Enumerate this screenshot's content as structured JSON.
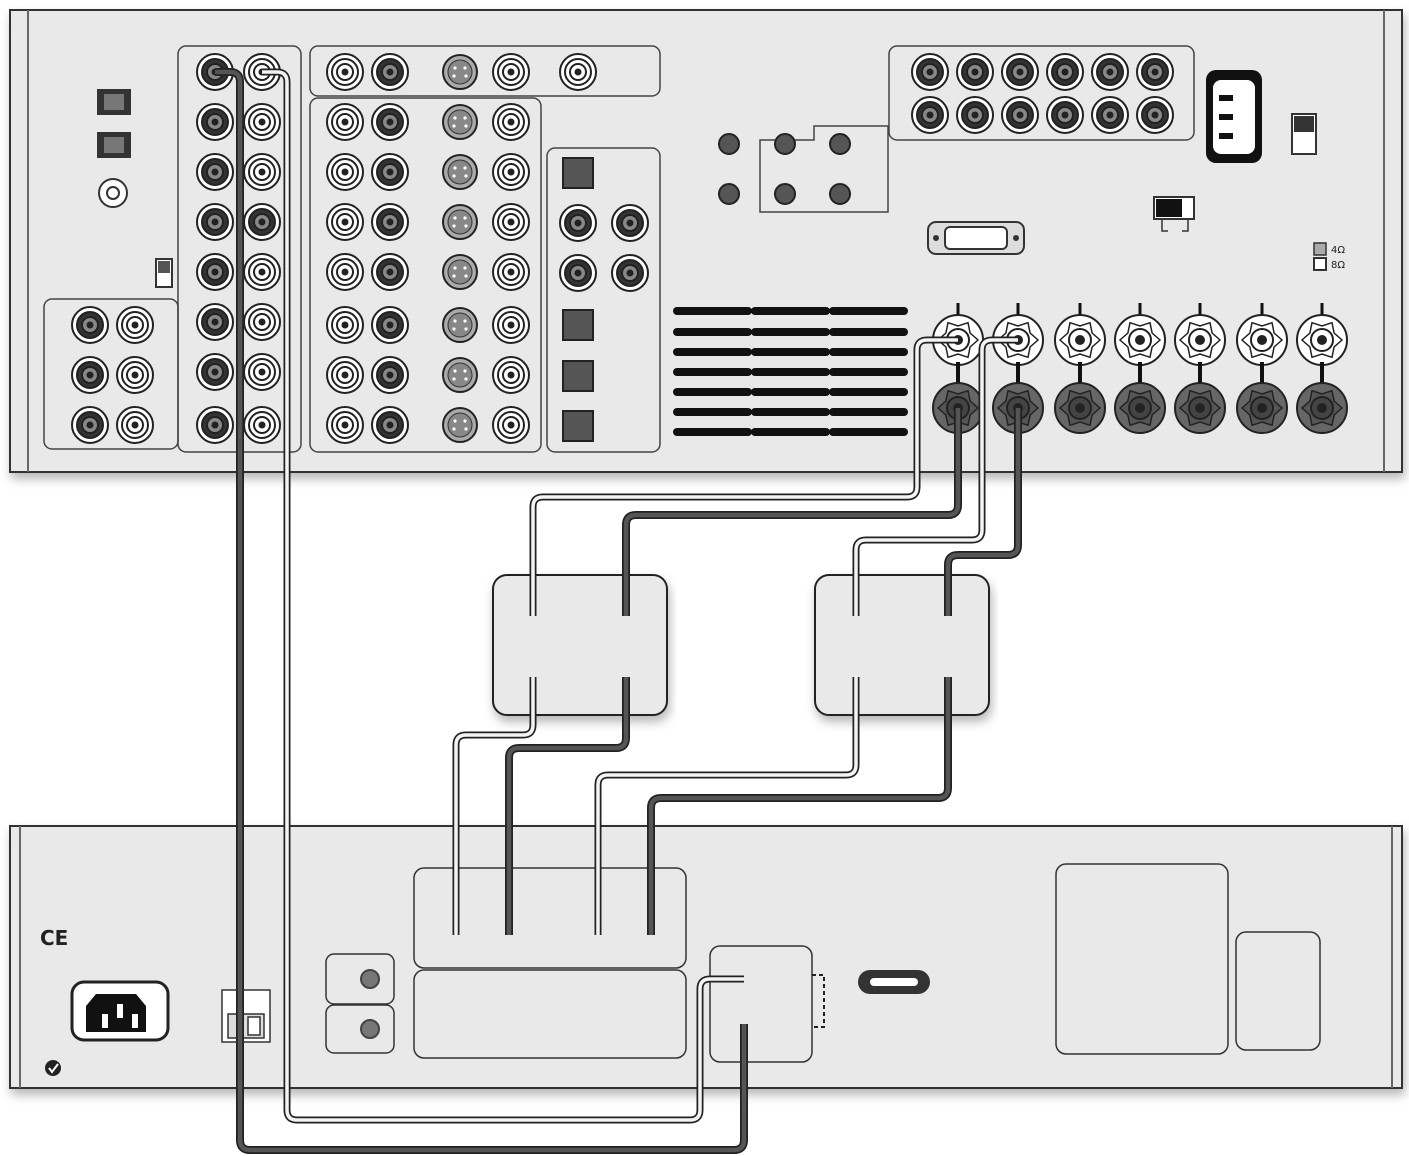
{
  "diagram": {
    "devices": [
      {
        "id": "receiver",
        "role": "av-receiver-rear-panel"
      },
      {
        "id": "amplifier",
        "role": "power-amplifier-rear-panel"
      }
    ],
    "speaker_boxes": 2,
    "impedance_labels": {
      "four": "4Ω",
      "eight": "8Ω"
    },
    "certification_mark": "CE",
    "colors": {
      "panel": "#e9e9e9",
      "outline": "#333333",
      "cable_white": "#f4f4f4",
      "cable_dark": "#555555",
      "terminal_dark": "#6a6a6a"
    }
  }
}
